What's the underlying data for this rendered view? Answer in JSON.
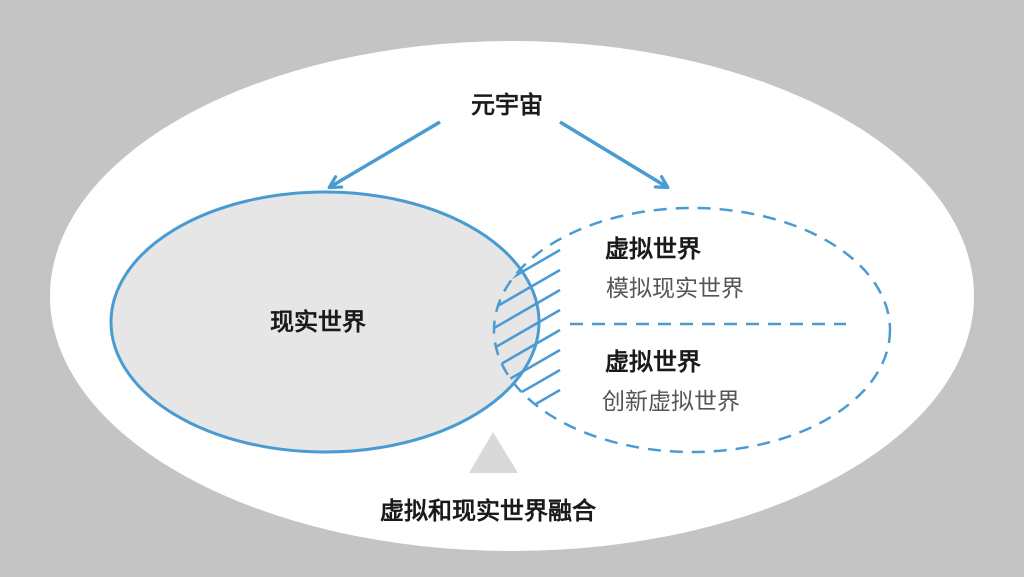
{
  "diagram": {
    "top_label": "元宇宙",
    "real_world_label": "现实世界",
    "virtual_section_1": {
      "title": "虚拟世界",
      "subtitle": "模拟现实世界"
    },
    "virtual_section_2": {
      "title": "虚拟世界",
      "subtitle": "创新虚拟世界"
    },
    "fusion_label": "虚拟和现实世界融合"
  },
  "colors": {
    "background": "#c4c4c4",
    "outer_ellipse": "#ffffff",
    "real_world_fill": "#e6e6e6",
    "accent_blue": "#4a9bd1",
    "pointer_triangle": "#d9d9d9"
  }
}
